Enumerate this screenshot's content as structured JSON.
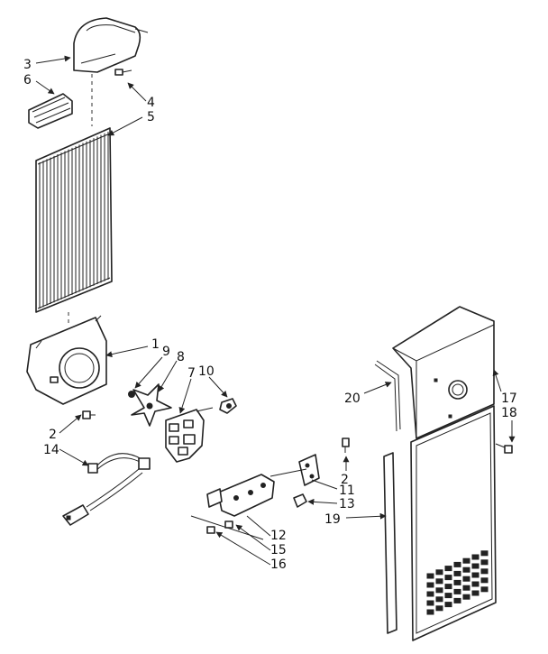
{
  "diagram": {
    "callouts": {
      "c3": "3",
      "c6": "6",
      "c4": "4",
      "c5": "5",
      "c1": "1",
      "c9": "9",
      "c8": "8",
      "c7": "7",
      "c10": "10",
      "c2a": "2",
      "c14": "14",
      "c2b": "2",
      "c11": "11",
      "c13": "13",
      "c12": "12",
      "c15": "15",
      "c16": "16",
      "c20": "20",
      "c17": "17",
      "c18": "18",
      "c19": "19"
    }
  }
}
